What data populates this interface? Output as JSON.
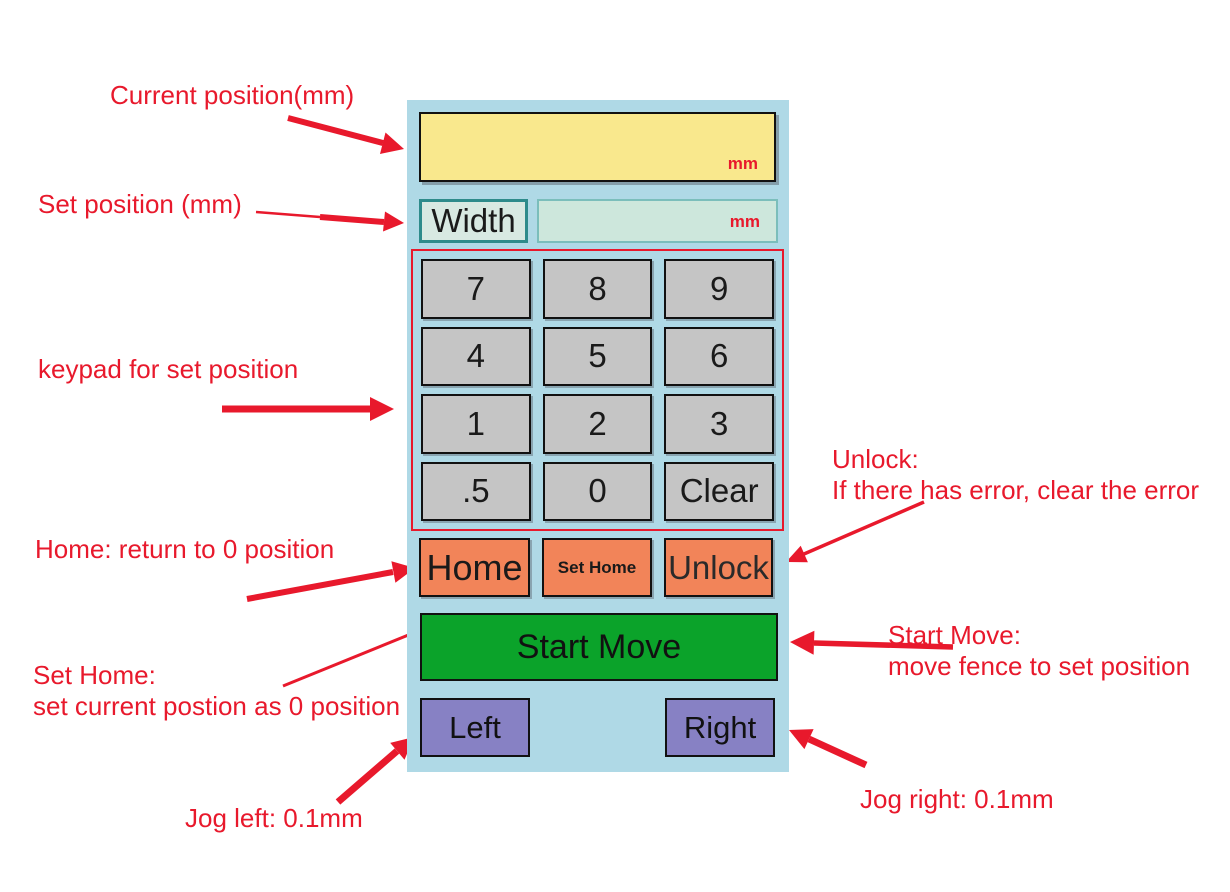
{
  "panel": {
    "current_position_display": {
      "value": "",
      "unit": "mm"
    },
    "set_position": {
      "label": "Width",
      "value": "",
      "unit": "mm"
    },
    "keypad": {
      "keys": [
        "7",
        "8",
        "9",
        "4",
        "5",
        "6",
        "1",
        "2",
        "3",
        ".5",
        "0",
        "Clear"
      ]
    },
    "home_button": "Home",
    "set_home_button": "Set Home",
    "unlock_button": "Unlock",
    "start_move_button": "Start Move",
    "jog_left_button": "Left",
    "jog_right_button": "Right"
  },
  "annotations": {
    "current_position": "Current position(mm)",
    "set_position": "Set position (mm)",
    "keypad": "keypad for set position",
    "home": "Home: return to 0 position",
    "set_home_title": "Set Home:",
    "set_home_desc": "set current postion as 0 position",
    "unlock_title": "Unlock:",
    "unlock_desc": "If there has error, clear the error",
    "start_move_title": "Start Move:",
    "start_move_desc": "move fence to set position",
    "jog_left": "Jog left: 0.1mm",
    "jog_right": "Jog right: 0.1mm"
  },
  "colors": {
    "panel_bg": "#AFD9E6",
    "display_bg": "#F9E88D",
    "key_bg": "#C5C5C5",
    "action_orange": "#F28459",
    "start_green": "#0BA32A",
    "jog_purple": "#8781C4",
    "annotation_red": "#E8192C",
    "input_bg": "#CDE7DC",
    "width_bg": "#D8E9E2",
    "teal_border": "#2E8B8B",
    "input_border": "#7BBEBB"
  }
}
